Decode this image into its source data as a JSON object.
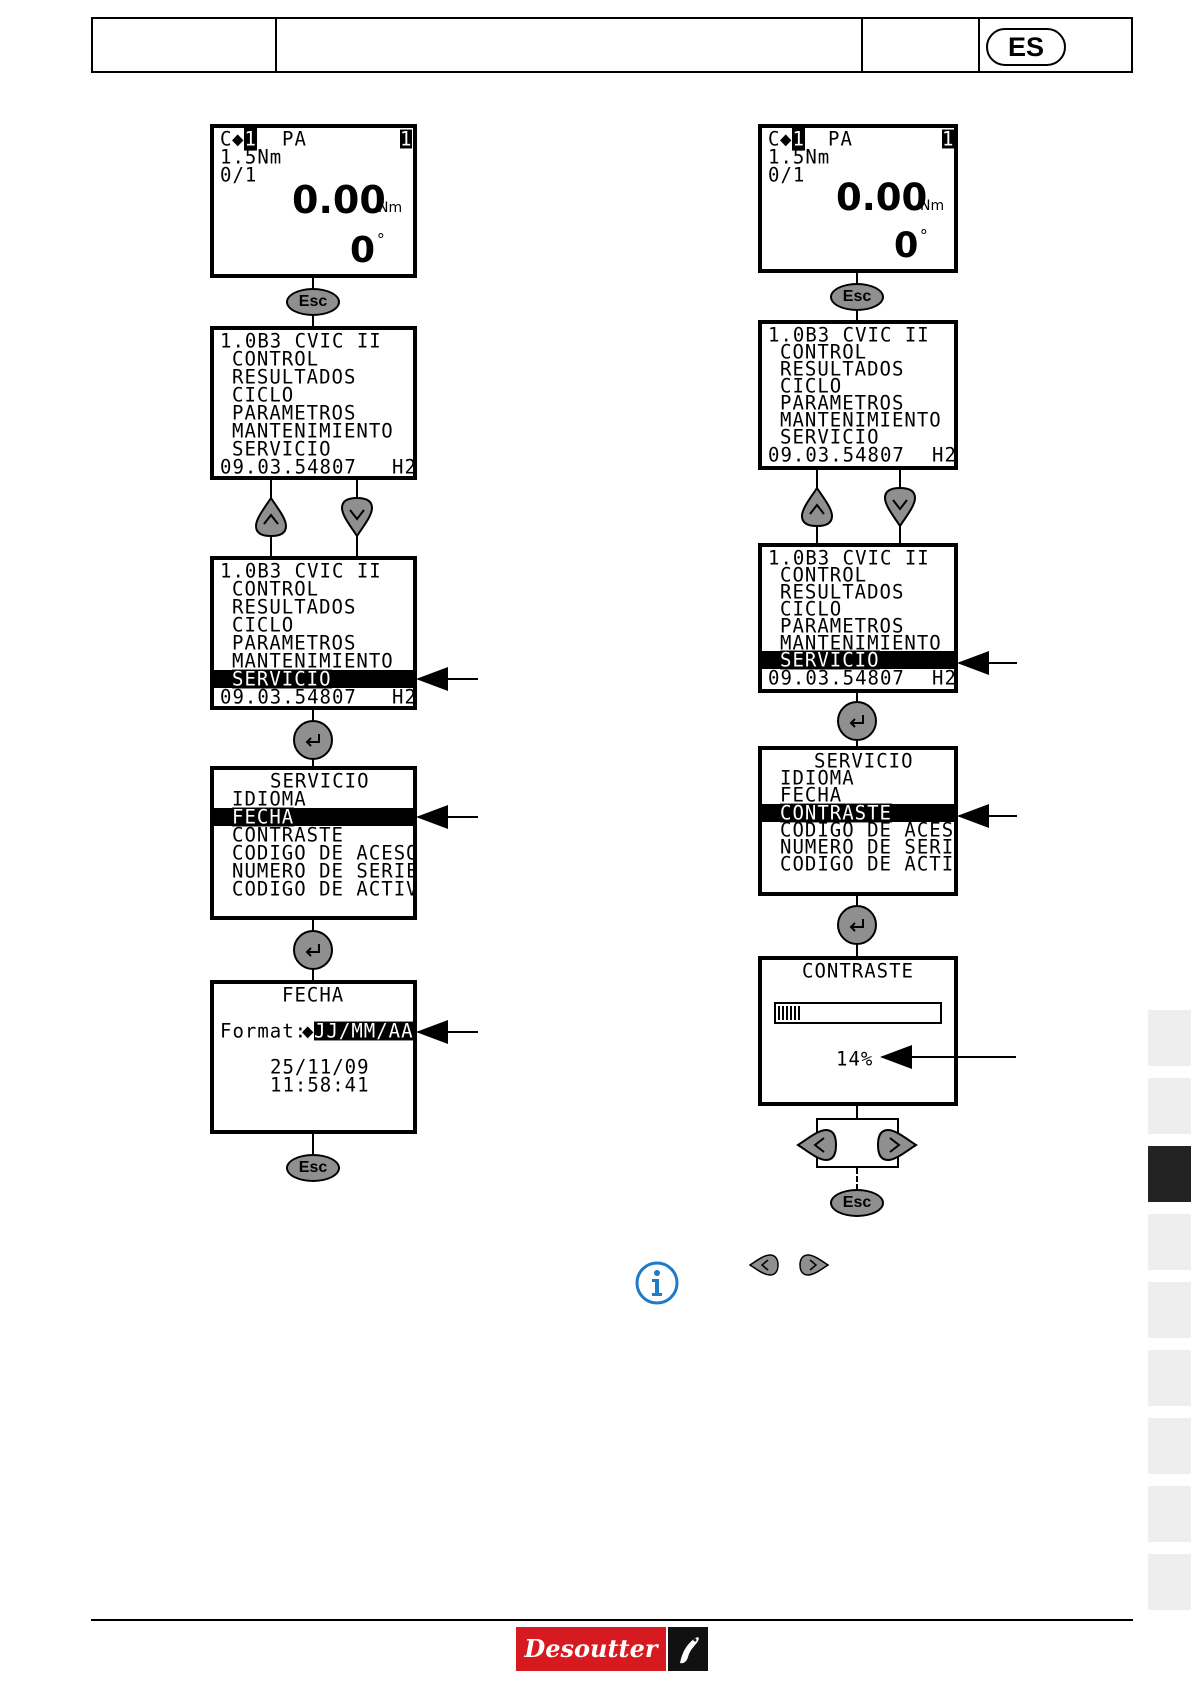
{
  "header": {
    "language": "ES"
  },
  "screens": {
    "home_left": {
      "mode": "C",
      "prog": "1",
      "pa": "PA",
      "count": "1",
      "torque_target": "1.5Nm",
      "batch": "0/1",
      "torque": "0.00",
      "torque_unit": "Nm",
      "angle": "0",
      "angle_unit": "°"
    },
    "home_right": {
      "mode": "C",
      "prog": "1",
      "pa": "PA",
      "count": "1",
      "torque_target": "1.5Nm",
      "batch": "0/1",
      "torque": "0.00",
      "torque_unit": "Nm",
      "angle": "0",
      "angle_unit": "°"
    },
    "menu": {
      "title": "1.0B3 CVIC II",
      "items": [
        "CONTROL",
        "RESULTADOS",
        "CICLO",
        "PARAMETROS",
        "MANTENIMIENTO",
        "SERVICIO"
      ],
      "serial": "09.03.54807",
      "hw": "H2"
    },
    "service": {
      "title": "SERVICIO",
      "items": [
        "IDIOMA",
        "FECHA",
        "CONTRASTE",
        "CODIGO DE ACESO",
        "NUMERO DE SERIE",
        "CODIGO DE ACTIV"
      ]
    },
    "date": {
      "title": "FECHA",
      "format_label": "Format:",
      "format_value": "JJ/MM/AA",
      "date": "25/11/09",
      "time": "11:58:41"
    },
    "contrast": {
      "title": "CONTRASTE",
      "level_text": "14%",
      "level_fraction": 0.14
    }
  },
  "buttons": {
    "esc": "Esc"
  },
  "footer": {
    "brand": "Desoutter"
  },
  "colors": {
    "button_gray": "#8f8f8f",
    "brand_red": "#d71920",
    "tab_gray": "#eeeeee",
    "tab_active": "#232323",
    "info_blue": "#1f7ac8"
  },
  "icons": [
    "up-arrow-icon",
    "down-arrow-icon",
    "enter-icon",
    "left-arrow-icon",
    "right-arrow-icon",
    "info-icon"
  ]
}
